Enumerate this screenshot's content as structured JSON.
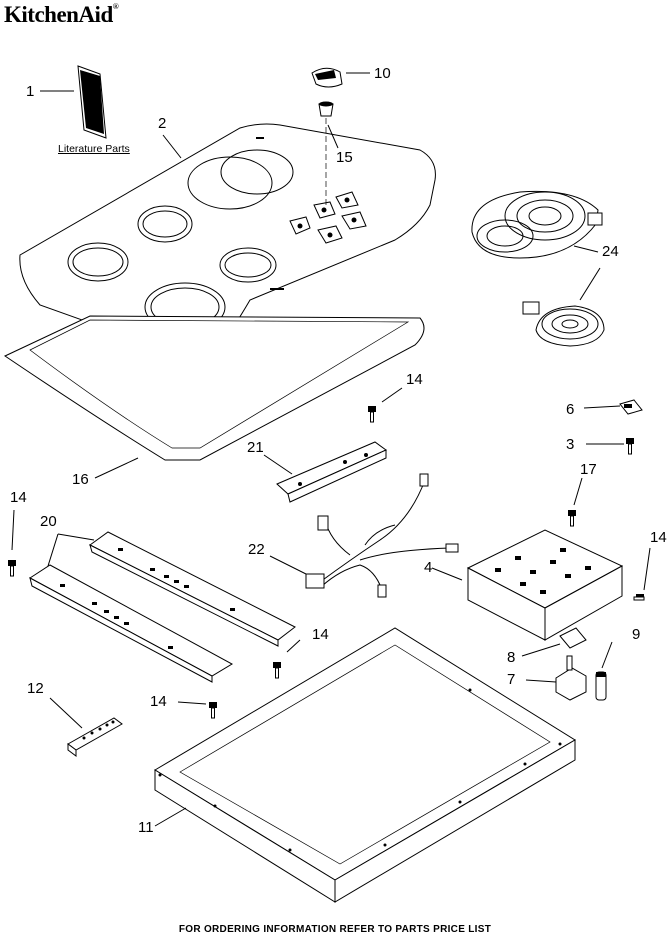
{
  "brand": "KitchenAid",
  "brand_mark": "®",
  "literature_label": "Literature Parts",
  "footer": "FOR ORDERING INFORMATION REFER TO PARTS PRICE LIST",
  "callouts": [
    "1",
    "2",
    "10",
    "15",
    "24",
    "16",
    "14",
    "21",
    "6",
    "3",
    "17",
    "14",
    "20",
    "22",
    "4",
    "14",
    "14",
    "8",
    "9",
    "12",
    "14",
    "7",
    "11"
  ]
}
